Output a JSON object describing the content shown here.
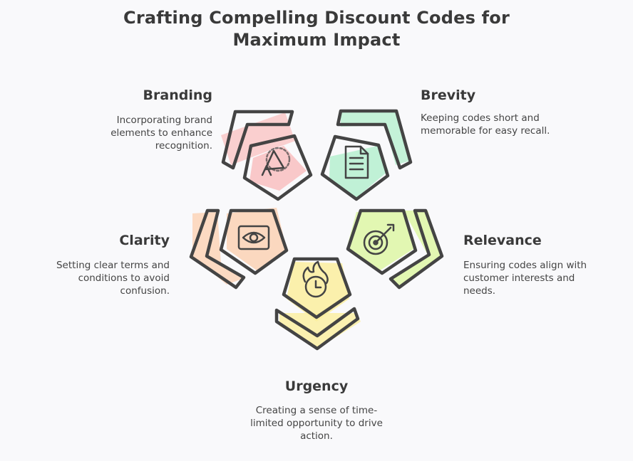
{
  "title": {
    "line1": "Crafting Compelling Discount Codes for",
    "line2": "Maximum Impact"
  },
  "sections": [
    {
      "id": "branding",
      "heading": "Branding",
      "description": "Incorporating brand\nelements to enhance\nrecognition.",
      "icon": "megaphone-icon",
      "color": "#f9c0c0"
    },
    {
      "id": "brevity",
      "heading": "Brevity",
      "description": "Keeping codes short and\nmemorable for easy recall.",
      "icon": "document-icon",
      "color": "#b6f0cf"
    },
    {
      "id": "clarity",
      "heading": "Clarity",
      "description": "Setting clear terms and\nconditions to avoid\nconfusion.",
      "icon": "eye-icon",
      "color": "#fcd2b4"
    },
    {
      "id": "relevance",
      "heading": "Relevance",
      "description": "Ensuring codes align with\ncustomer interests and\nneeds.",
      "icon": "target-icon",
      "color": "#def7a4"
    },
    {
      "id": "urgency",
      "heading": "Urgency",
      "description": "Creating a sense of time-\nlimited opportunity to drive\naction.",
      "icon": "clock-fire-icon",
      "color": "#fbef9e"
    }
  ]
}
